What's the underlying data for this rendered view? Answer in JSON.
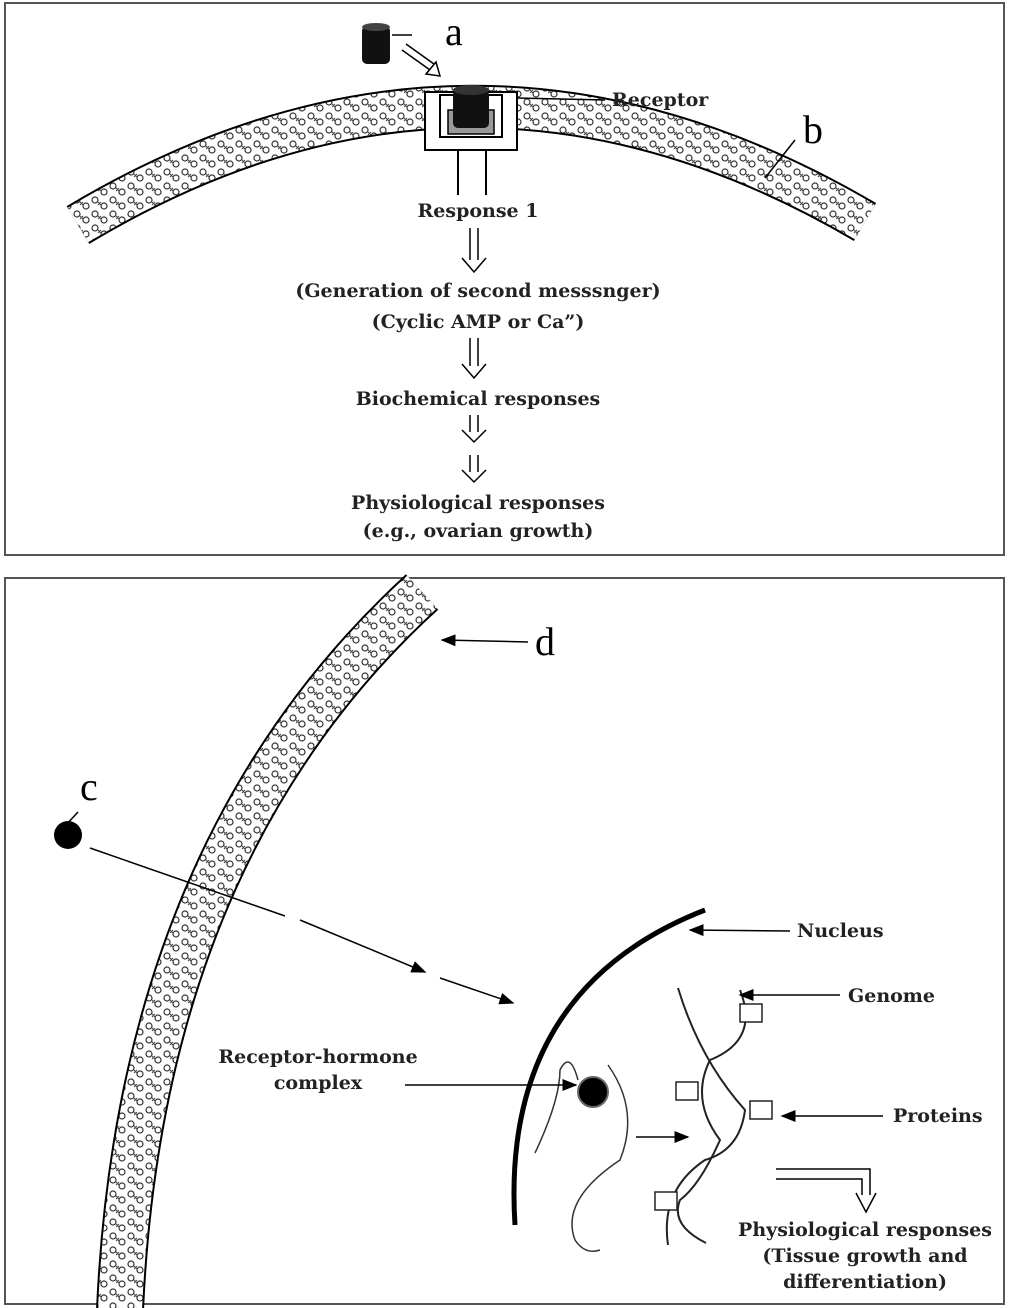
{
  "panel_top": {
    "label_a": "a",
    "label_b": "b",
    "receptor": "Receptor",
    "steps": [
      "Response 1",
      "(Generation of second messsnger)",
      "(Cyclic AMP or Ca”)",
      "Biochemical responses",
      "Physiological responses",
      "(e.g., ovarian growth)"
    ]
  },
  "panel_bottom": {
    "label_c": "c",
    "label_d": "d",
    "nucleus": "Nucleus",
    "genome": "Genome",
    "proteins": "Proteins",
    "complex_line1": "Receptor-hormone",
    "complex_line2": "complex",
    "response_line1": "Physiological responses",
    "response_line2": "(Tissue growth and",
    "response_line3": "differentiation)"
  }
}
